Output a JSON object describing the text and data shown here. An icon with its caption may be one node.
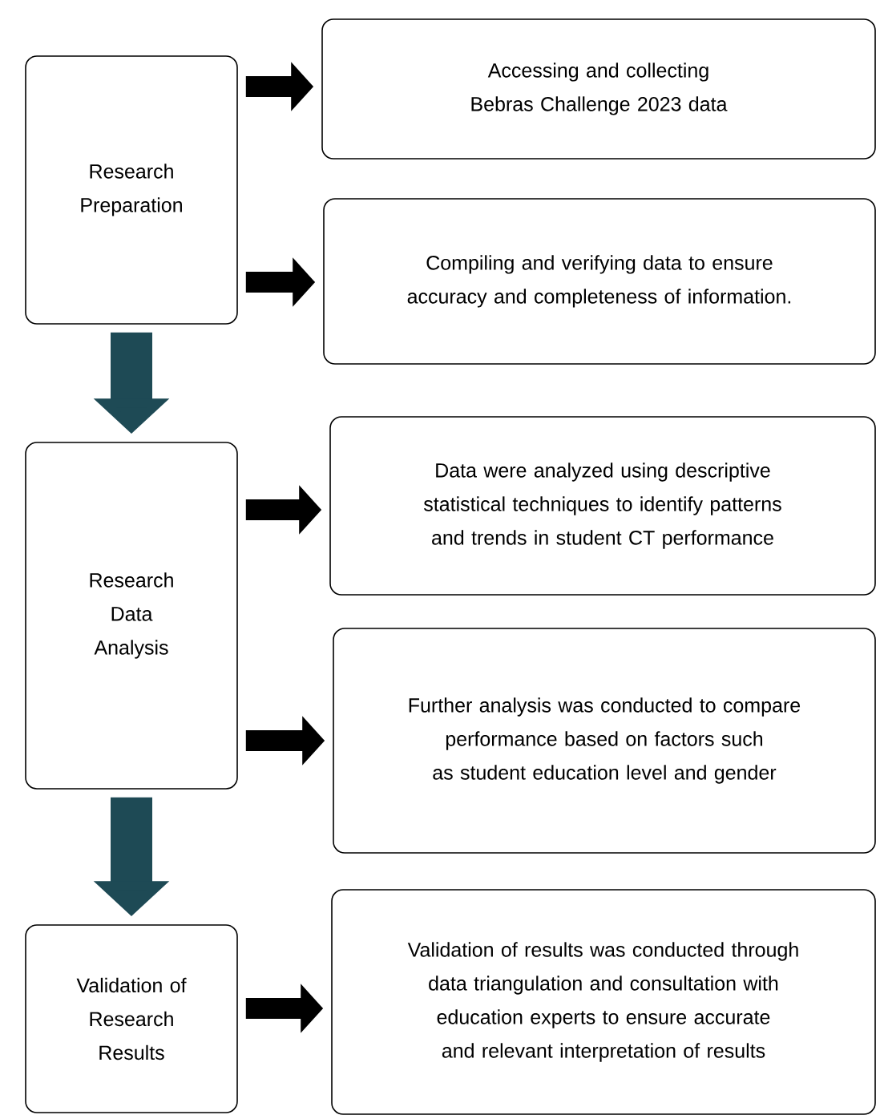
{
  "diagram": {
    "nodes": [
      {
        "text": [
          "Research Preparation"
        ]
      },
      {
        "text": [
          "Accessing and collecting Bebras Challenge 2023 data"
        ]
      },
      {
        "text": [
          "Compiling and verifying data to ensure accuracy and completeness of information."
        ]
      },
      {
        "text": [
          "Research Data Analysis"
        ]
      },
      {
        "text": [
          "Data were analyzed using descriptive statistical techniques to identify patterns and trends in student CT performance"
        ]
      },
      {
        "text": [
          "Further analysis was conducted to compare performance based on factors such as student education level and gender"
        ]
      },
      {
        "text": [
          "Validation of Research Results"
        ]
      },
      {
        "text": [
          "Validation of results was conducted through data triangulation and consultation with education experts to ensure accurate and relevant interpretation of results"
        ]
      }
    ],
    "edges": [
      {
        "from": 0,
        "to": 1,
        "arrow": "to"
      },
      {
        "from": 0,
        "to": 2,
        "arrow": "to"
      },
      {
        "from": 0,
        "to": 3,
        "arrow": "to",
        "style": "thick",
        "color": "#1e4a55"
      },
      {
        "from": 3,
        "to": 4,
        "arrow": "to"
      },
      {
        "from": 3,
        "to": 5,
        "arrow": "to"
      },
      {
        "from": 3,
        "to": 6,
        "arrow": "to",
        "style": "thick",
        "color": "#1e4a55"
      },
      {
        "from": 6,
        "to": 7,
        "arrow": "to"
      }
    ]
  }
}
